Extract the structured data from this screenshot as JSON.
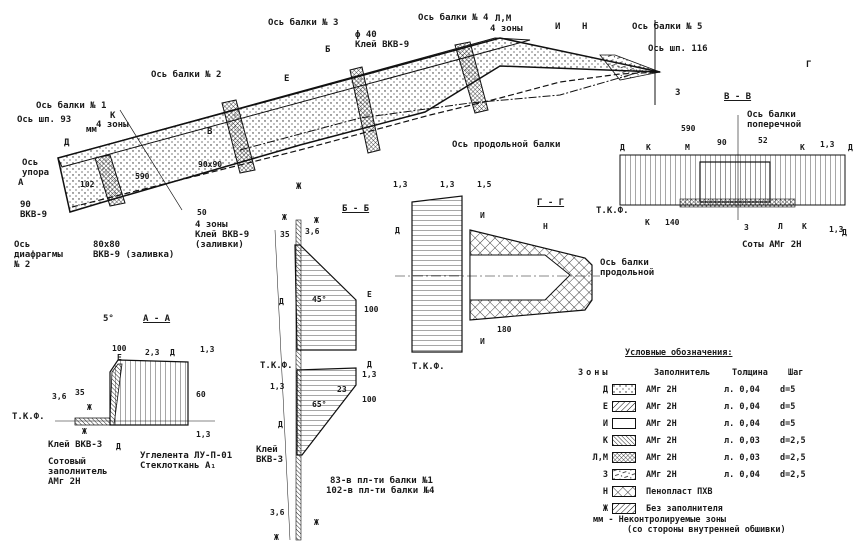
{
  "main_view": {
    "beam_axes": [
      "Ось балки № 1",
      "Ось балки № 2",
      "Ось балки № 3",
      "Ось балки № 4",
      "Ось балки № 5"
    ],
    "frame_93": "Ось шп. 93",
    "frame_116": "Ось шп. 116",
    "stop_axis": [
      "Ось",
      "упора"
    ],
    "diaphragm_axis": [
      "Ось",
      "диафрагмы",
      "№ 2"
    ],
    "long_beam_axis": "Ось продольной балки",
    "hole": "ϕ 40",
    "glue_vkv9": "Клей ВКВ-9",
    "zones4": "4 зоны",
    "zones4_glue": [
      "4 зоны",
      "Клей ВКВ-9",
      "(заливки)"
    ],
    "lm": "Л,М",
    "mm": "мм",
    "dim_90": "90",
    "vkv9": "ВКВ-9",
    "dim_102": "102",
    "dim_590": "590",
    "dim_90x90": "90x90",
    "dim_50": "50",
    "dim_80x80": "80x80",
    "vkv9_fill": "ВКВ-9 (заливка)",
    "zone_letters": [
      "Д",
      "К",
      "Е",
      "Ж",
      "И",
      "Н",
      "З"
    ],
    "section_marks": [
      "А",
      "Б",
      "В",
      "Г"
    ]
  },
  "section_aa": {
    "title": "А - А",
    "angle": "5°",
    "dims": [
      "100",
      "2,3",
      "1,3",
      "35",
      "3,6",
      "60",
      "1,3"
    ],
    "tkf": "Т.К.Ф.",
    "glue": "Клей ВКВ-3",
    "core": [
      "Сотовый",
      "заполнитель",
      "АМг 2Н"
    ],
    "tape": [
      "Углелента ЛУ-П-01",
      "Стеклоткань А₁"
    ],
    "zones": [
      "Е",
      "Д",
      "Ж",
      "Ж",
      "Д"
    ]
  },
  "section_bb": {
    "title": "Б - Б",
    "dims": [
      "35",
      "3,6",
      "100",
      "1,3",
      "1,3",
      "23",
      "100",
      "3,6"
    ],
    "angles": [
      "45°",
      "65°"
    ],
    "tkf": "Т.К.Ф.",
    "glue": [
      "Клей",
      "ВКВ-3"
    ],
    "heights": [
      "83-в пл-ти балки №1",
      "102-в пл-ти балки №4"
    ],
    "zones": [
      "Ж",
      "Ж",
      "Д",
      "Е",
      "Д",
      "Д",
      "Ж",
      "Ж"
    ]
  },
  "section_gg": {
    "title": "Г - Г",
    "dims": [
      "1,3",
      "1,3",
      "1,5",
      "180"
    ],
    "tkf": "Т.К.Ф.",
    "axis_label": [
      "Ось балки",
      "продольной"
    ],
    "zones": [
      "Д",
      "И",
      "Н",
      "И"
    ]
  },
  "section_vv": {
    "title": "В - В",
    "axis_label": [
      "Ось балки",
      "поперечной"
    ],
    "dims": [
      "590",
      "90",
      "52",
      "1,3",
      "140",
      "3",
      "1,3"
    ],
    "tkf": "Т.К.Ф.",
    "core": "Соты АМг 2Н",
    "zones": [
      "Д",
      "К",
      "М",
      "К",
      "Д",
      "К",
      "Л",
      "К",
      "Д"
    ]
  },
  "legend": {
    "title": "Условные обозначения:",
    "headers": [
      "Зоны",
      "Заполнитель",
      "Толщина",
      "Шаг"
    ],
    "rows": [
      {
        "zone": "Д",
        "pattern": "dots",
        "filler": "АМг 2Н",
        "thickness": "л. 0,04",
        "step": "d=5"
      },
      {
        "zone": "Е",
        "pattern": "hatch-right",
        "filler": "АМг 2Н",
        "thickness": "л. 0,04",
        "step": "d=5"
      },
      {
        "zone": "И",
        "pattern": "empty",
        "filler": "АМг 2Н",
        "thickness": "л. 0,04",
        "step": "d=5"
      },
      {
        "zone": "К",
        "pattern": "hatch-left",
        "filler": "АМг 2Н",
        "thickness": "л. 0,03",
        "step": "d=2,5"
      },
      {
        "zone": "Л,М",
        "pattern": "cross-dense",
        "filler": "АМг 2Н",
        "thickness": "л. 0,03",
        "step": "d=2,5"
      },
      {
        "zone": "З",
        "pattern": "dash-dots",
        "filler": "АМг 2Н",
        "thickness": "л. 0,04",
        "step": "d=2,5"
      },
      {
        "zone": "Н",
        "pattern": "cross",
        "filler": "Пенопласт ПХВ",
        "thickness": "",
        "step": ""
      },
      {
        "zone": "Ж",
        "pattern": "hatch-left-wide",
        "filler": "Без заполнителя",
        "thickness": "",
        "step": ""
      }
    ],
    "note": [
      "мм - Неконтролируемые зоны",
      "(со стороны внутренней обшивки)"
    ]
  }
}
